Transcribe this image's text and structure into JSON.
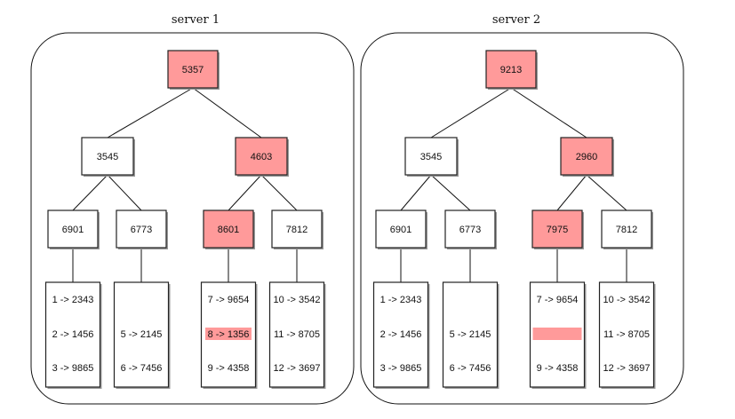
{
  "colors": {
    "highlight": "#ff9a9a",
    "normal": "#ffffff",
    "border": "#222222"
  },
  "servers": [
    {
      "title": "server 1",
      "root": {
        "label": "5357",
        "highlight": true
      },
      "level1": [
        {
          "label": "3545",
          "highlight": false
        },
        {
          "label": "4603",
          "highlight": true
        }
      ],
      "level2": [
        {
          "label": "6901",
          "highlight": false
        },
        {
          "label": "6773",
          "highlight": false
        },
        {
          "label": "8601",
          "highlight": true
        },
        {
          "label": "7812",
          "highlight": false
        }
      ],
      "leaves": [
        [
          {
            "label": "1 -> 2343",
            "highlight": false
          },
          {
            "label": "2 -> 1456",
            "highlight": false
          },
          {
            "label": "3 -> 9865",
            "highlight": false
          }
        ],
        [
          {
            "label": "",
            "highlight": false
          },
          {
            "label": "5 -> 2145",
            "highlight": false
          },
          {
            "label": "6 -> 7456",
            "highlight": false
          }
        ],
        [
          {
            "label": "7 -> 9654",
            "highlight": false
          },
          {
            "label": "8 -> 1356",
            "highlight": true
          },
          {
            "label": "9 -> 4358",
            "highlight": false
          }
        ],
        [
          {
            "label": "10 -> 3542",
            "highlight": false
          },
          {
            "label": "11 -> 8705",
            "highlight": false
          },
          {
            "label": "12 -> 3697",
            "highlight": false
          }
        ]
      ]
    },
    {
      "title": "server 2",
      "root": {
        "label": "9213",
        "highlight": true
      },
      "level1": [
        {
          "label": "3545",
          "highlight": false
        },
        {
          "label": "2960",
          "highlight": true
        }
      ],
      "level2": [
        {
          "label": "6901",
          "highlight": false
        },
        {
          "label": "6773",
          "highlight": false
        },
        {
          "label": "7975",
          "highlight": true
        },
        {
          "label": "7812",
          "highlight": false
        }
      ],
      "leaves": [
        [
          {
            "label": "1 -> 2343",
            "highlight": false
          },
          {
            "label": "2 -> 1456",
            "highlight": false
          },
          {
            "label": "3 -> 9865",
            "highlight": false
          }
        ],
        [
          {
            "label": "",
            "highlight": false
          },
          {
            "label": "5 -> 2145",
            "highlight": false
          },
          {
            "label": "6 -> 7456",
            "highlight": false
          }
        ],
        [
          {
            "label": "7 -> 9654",
            "highlight": false
          },
          {
            "label": "",
            "highlight": true
          },
          {
            "label": "9 -> 4358",
            "highlight": false
          }
        ],
        [
          {
            "label": "10 -> 3542",
            "highlight": false
          },
          {
            "label": "11 -> 8705",
            "highlight": false
          },
          {
            "label": "12 -> 3697",
            "highlight": false
          }
        ]
      ]
    }
  ]
}
